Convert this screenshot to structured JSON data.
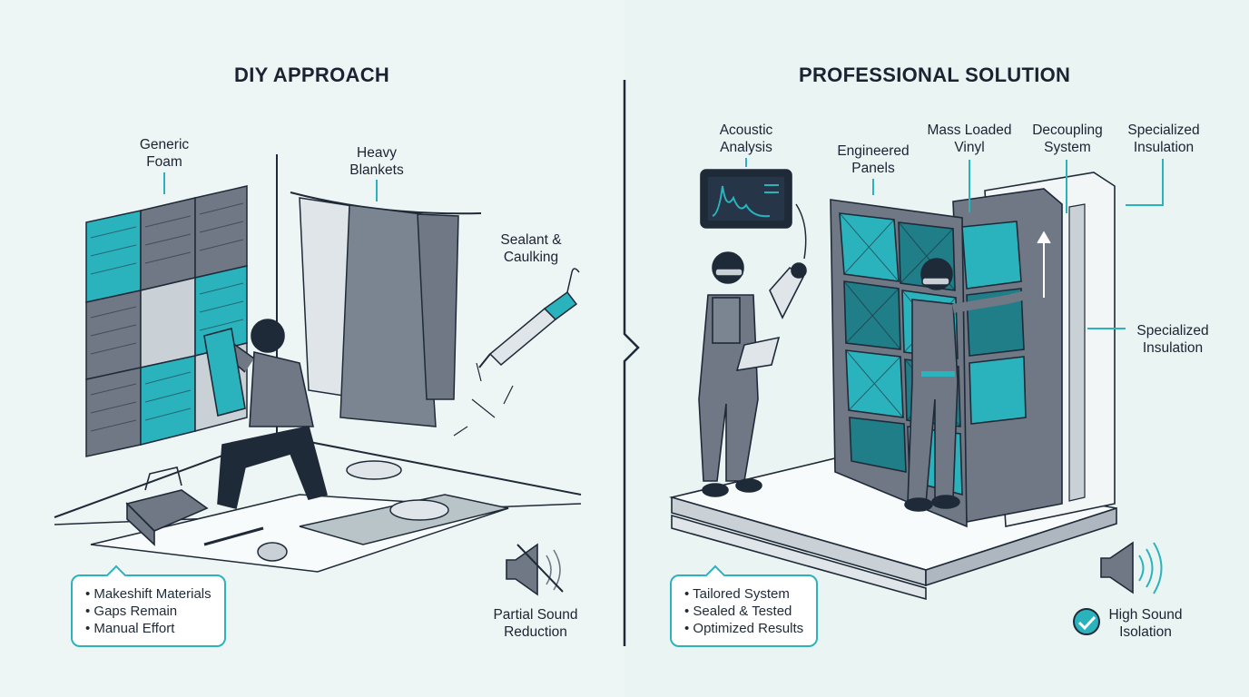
{
  "diy": {
    "heading": "DIY APPROACH",
    "labels": {
      "generic_foam": [
        "Generic",
        "Foam"
      ],
      "heavy_blankets": [
        "Heavy",
        "Blankets"
      ],
      "sealant": [
        "Sealant &",
        "Caulking"
      ]
    },
    "callout": [
      "Makeshift Materials",
      "Gaps Remain",
      "Manual Effort"
    ],
    "result": [
      "Partial Sound",
      "Reduction"
    ]
  },
  "pro": {
    "heading": "PROFESSIONAL SOLUTION",
    "labels": {
      "acoustic_analysis": [
        "Acoustic",
        "Analysis"
      ],
      "engineered_panels": [
        "Engineered",
        "Panels"
      ],
      "mass_loaded_vinyl": [
        "Mass Loaded",
        "Vinyl"
      ],
      "decoupling_system": [
        "Decoupling",
        "System"
      ],
      "specialized_insulation_top": [
        "Specialized",
        "Insulation"
      ],
      "specialized_insulation_side": [
        "Specialized",
        "Insulation"
      ]
    },
    "callout": [
      "Tailored System",
      "Sealed & Tested",
      "Optimized Results"
    ],
    "result": [
      "High Sound",
      "Isolation"
    ]
  },
  "colors": {
    "teal": "#2bb3bd",
    "navy": "#1f2a38",
    "gray": "#6f7884",
    "light_gray": "#c9d0d6"
  }
}
